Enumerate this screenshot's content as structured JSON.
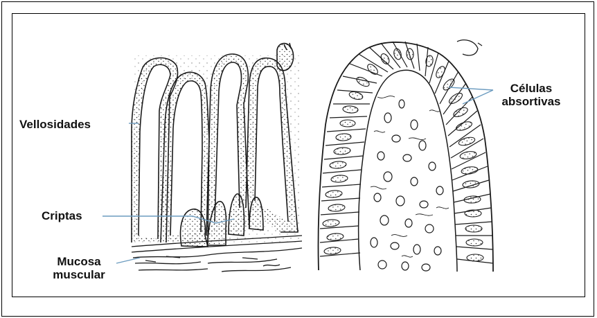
{
  "labels": {
    "villi": "Vellosidades",
    "crypts": "Criptas",
    "muscularis_line1": "Mucosa",
    "muscularis_line2": "muscular",
    "absorptive_line1": "Células",
    "absorptive_line2": "absortivas"
  },
  "colors": {
    "ink": "#1a1a1a",
    "pointer": "#6b9bbf",
    "background": "#ffffff"
  }
}
